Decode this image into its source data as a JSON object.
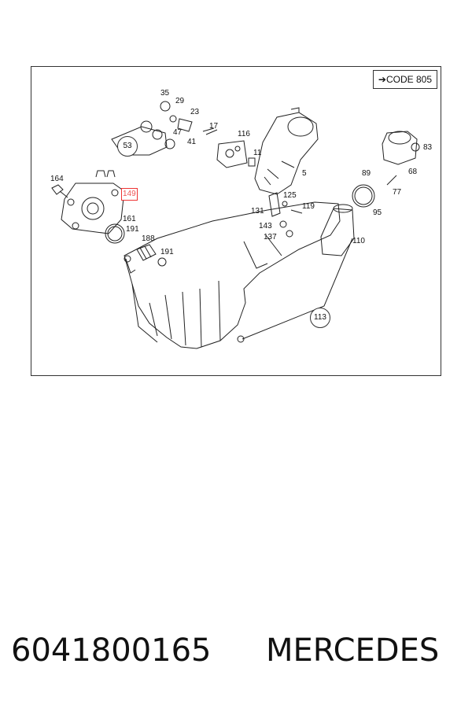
{
  "diagram": {
    "code_label": "CODE 805",
    "code_arrow": "➔",
    "callouts": {
      "c35": "35",
      "c29": "29",
      "c23": "23",
      "c17": "17",
      "c47": "47",
      "c41": "41",
      "c53": "53",
      "c116": "116",
      "c11": "11",
      "c5": "5",
      "c164": "164",
      "c149": "149",
      "c161": "161",
      "c191a": "191",
      "c188": "188",
      "c191b": "191",
      "c131": "131",
      "c125": "125",
      "c119": "119",
      "c143": "143",
      "c137": "137",
      "c89": "89",
      "c68": "68",
      "c83": "83",
      "c77": "77",
      "c95": "95",
      "c110": "110",
      "c113": "113"
    },
    "highlight_color": "#e33333"
  },
  "footer": {
    "part_number": "6041800165",
    "brand": "MERCEDES"
  }
}
